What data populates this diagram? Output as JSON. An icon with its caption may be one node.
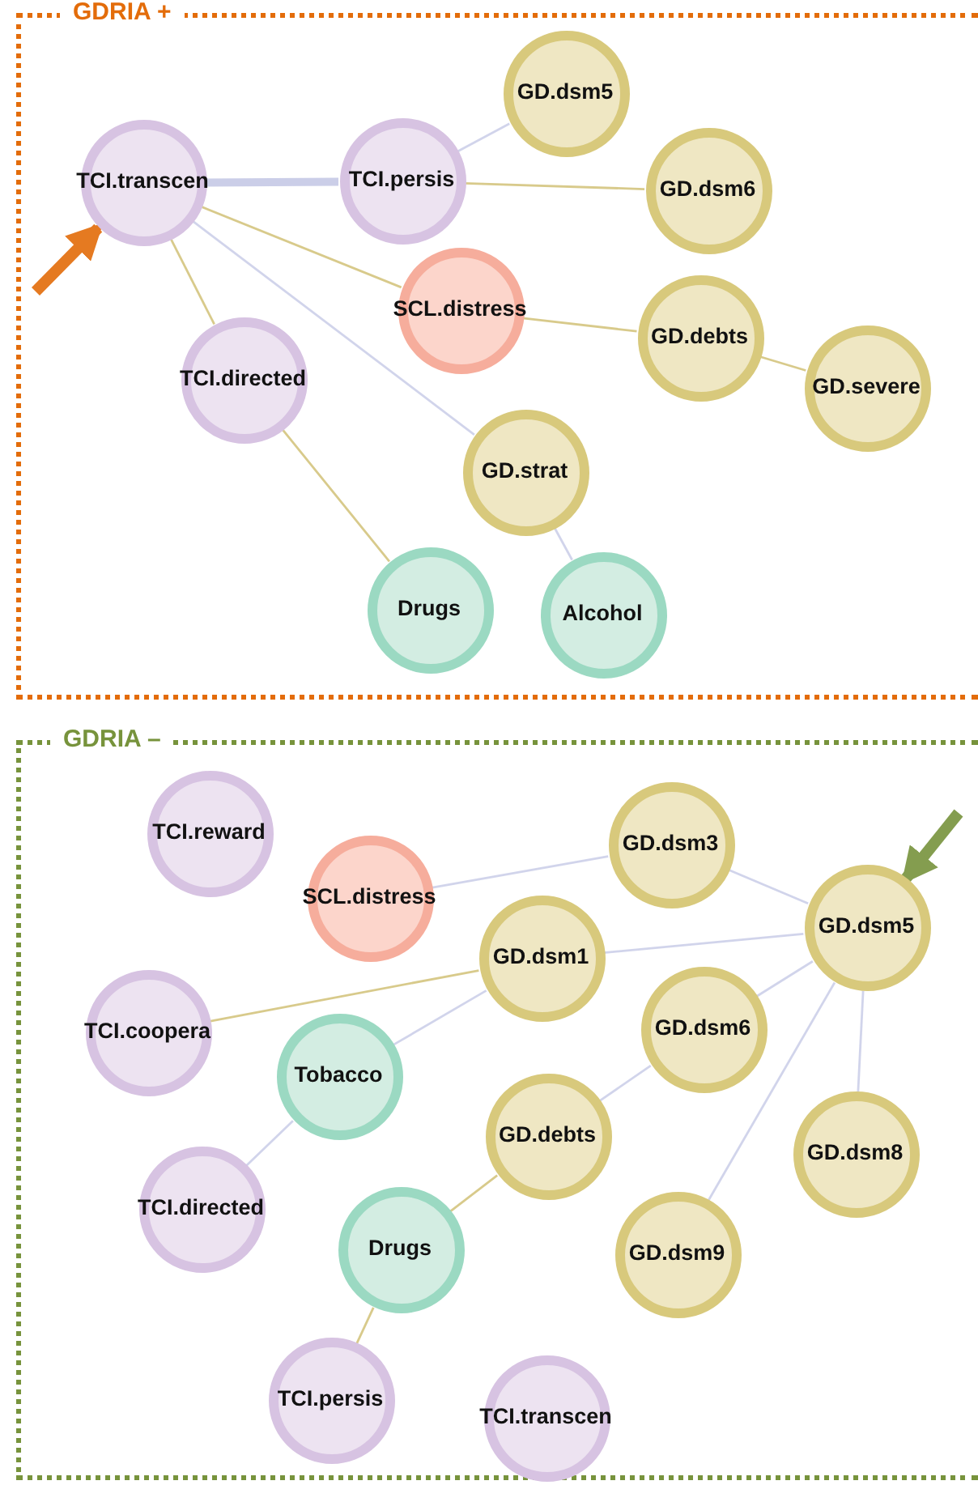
{
  "diagram": {
    "nodes": [
      {
        "text": [
          "GDRIA +"
        ]
      },
      {
        "text": [
          "TCI.transcen"
        ],
        "in": 0
      },
      {
        "text": [
          "TCI.persis"
        ],
        "in": 0
      },
      {
        "text": [
          "GD.dsm5"
        ],
        "in": 0
      },
      {
        "text": [
          "GD.dsm6"
        ],
        "in": 0
      },
      {
        "text": [
          "SCL.distress"
        ],
        "in": 0
      },
      {
        "text": [
          "GD.debts"
        ],
        "in": 0
      },
      {
        "text": [
          "GD.severe"
        ],
        "in": 0
      },
      {
        "text": [
          "TCI.directed"
        ],
        "in": 0
      },
      {
        "text": [
          "GD.strat"
        ],
        "in": 0
      },
      {
        "text": [
          "Drugs"
        ],
        "in": 0
      },
      {
        "text": [
          "Alcohol"
        ],
        "in": 0
      },
      {
        "text": [
          "GDRIA –"
        ]
      },
      {
        "text": [
          "TCI.reward"
        ],
        "in": 12
      },
      {
        "text": [
          "SCL.distress"
        ],
        "in": 12
      },
      {
        "text": [
          "GD.dsm3"
        ],
        "in": 12
      },
      {
        "text": [
          "GD.dsm5"
        ],
        "in": 12
      },
      {
        "text": [
          "GD.dsm1"
        ],
        "in": 12
      },
      {
        "text": [
          "TCI.coopera"
        ],
        "in": 12
      },
      {
        "text": [
          "Tobacco"
        ],
        "in": 12
      },
      {
        "text": [
          "GD.dsm6"
        ],
        "in": 12
      },
      {
        "text": [
          "GD.debts"
        ],
        "in": 12
      },
      {
        "text": [
          "GD.dsm8"
        ],
        "in": 12
      },
      {
        "text": [
          "TCI.directed"
        ],
        "in": 12
      },
      {
        "text": [
          "Drugs"
        ],
        "in": 12
      },
      {
        "text": [
          "GD.dsm9"
        ],
        "in": 12
      },
      {
        "text": [
          "TCI.persis"
        ],
        "in": 12
      },
      {
        "text": [
          "TCI.transcen"
        ],
        "in": 12
      }
    ],
    "edges": [
      {
        "from": null,
        "to": 1,
        "arrow": "to",
        "style": "thick",
        "color": "#e36c0a"
      },
      {
        "from": 1,
        "to": 2,
        "arrow": "none",
        "style": "thick"
      },
      {
        "from": 2,
        "to": 3,
        "arrow": "none"
      },
      {
        "from": 1,
        "to": 5,
        "arrow": "none",
        "color": "#d4c47e"
      },
      {
        "from": 1,
        "to": 8,
        "arrow": "none",
        "color": "#d4c47e"
      },
      {
        "from": 1,
        "to": 9,
        "arrow": "none"
      },
      {
        "from": 9,
        "to": 11,
        "arrow": "none"
      },
      {
        "from": 2,
        "to": 4,
        "arrow": "none",
        "color": "#d4c47e"
      },
      {
        "from": 5,
        "to": 6,
        "arrow": "none",
        "color": "#d4c47e"
      },
      {
        "from": 6,
        "to": 7,
        "arrow": "none",
        "color": "#d4c47e"
      },
      {
        "from": 8,
        "to": 10,
        "arrow": "none",
        "color": "#d4c47e"
      },
      {
        "from": null,
        "to": 16,
        "arrow": "to",
        "style": "thick",
        "color": "#77933c"
      },
      {
        "from": 16,
        "to": 15,
        "arrow": "none"
      },
      {
        "from": 15,
        "to": 14,
        "arrow": "none"
      },
      {
        "from": 16,
        "to": 17,
        "arrow": "none"
      },
      {
        "from": 16,
        "to": 20,
        "arrow": "none"
      },
      {
        "from": 16,
        "to": 22,
        "arrow": "none"
      },
      {
        "from": 20,
        "to": 21,
        "arrow": "none"
      },
      {
        "from": 16,
        "to": 25,
        "arrow": "none"
      },
      {
        "from": 17,
        "to": 19,
        "arrow": "none"
      },
      {
        "from": 19,
        "to": 23,
        "arrow": "none"
      },
      {
        "from": 17,
        "to": 18,
        "arrow": "none",
        "color": "#d4c47e"
      },
      {
        "from": 21,
        "to": 24,
        "arrow": "none",
        "color": "#d4c47e"
      },
      {
        "from": 24,
        "to": 26,
        "arrow": "none",
        "color": "#d4c47e"
      }
    ]
  }
}
